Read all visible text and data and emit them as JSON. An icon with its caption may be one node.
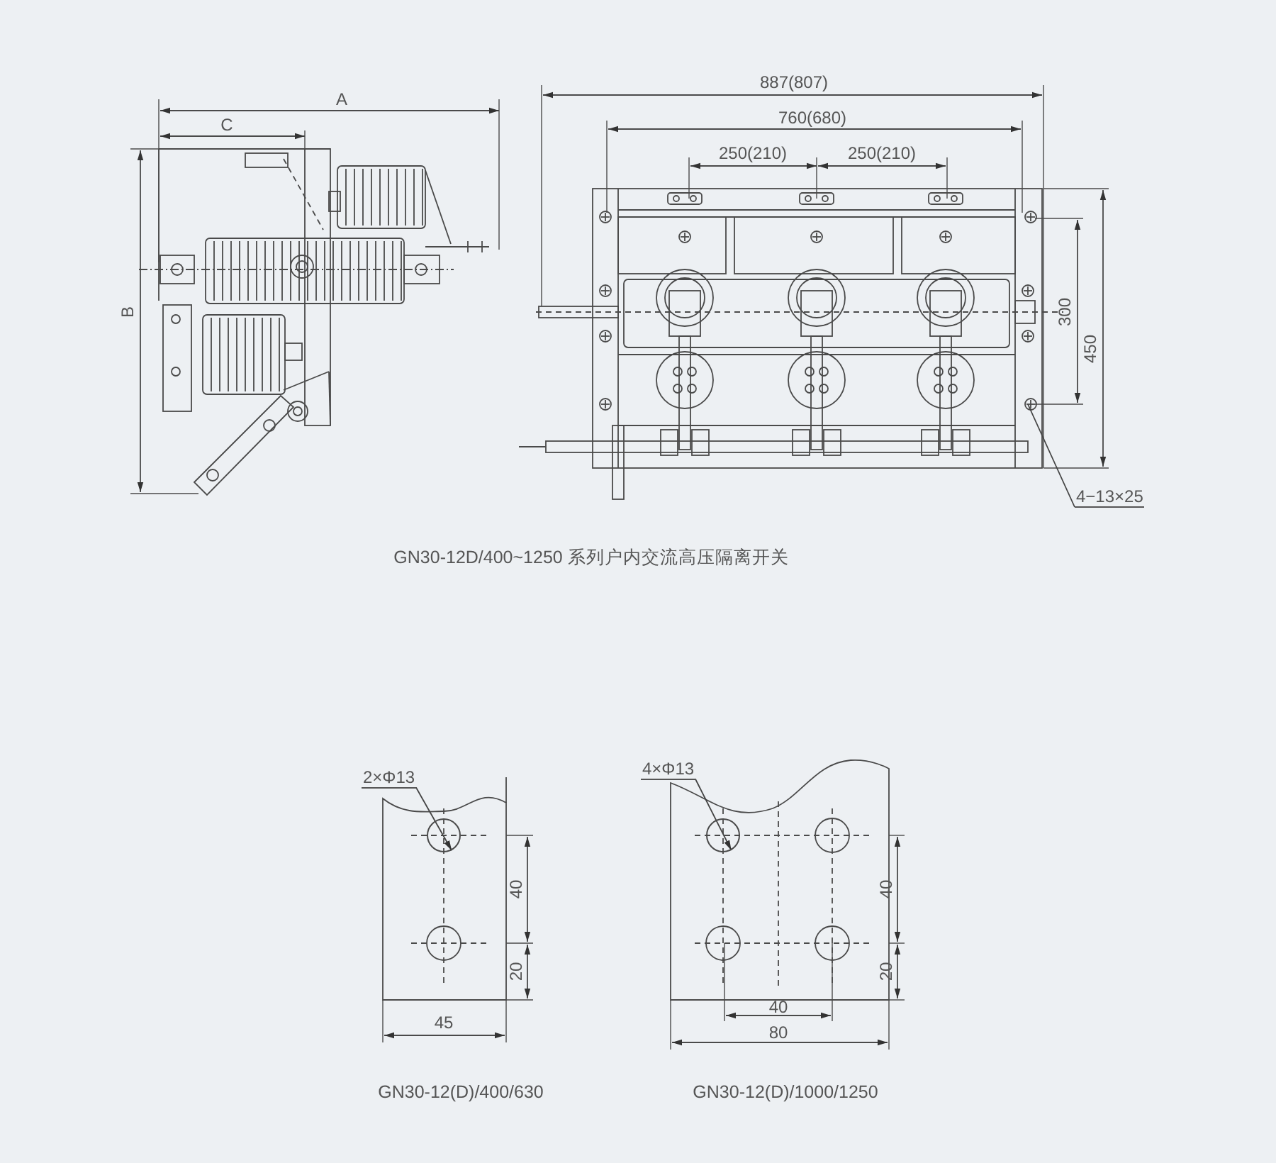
{
  "diagram": {
    "nodes": [
      {
        "text": [
          "4−13×25"
        ]
      },
      {
        "text": [
          "2×Φ13"
        ]
      },
      {
        "text": [
          "4×Φ13"
        ]
      },
      {
        "text": [],
        "shape": "circle"
      },
      {
        "text": [],
        "shape": "circle"
      }
    ],
    "edges": [
      {
        "from": 0,
        "to": null,
        "arrow": "none"
      },
      {
        "from": 1,
        "to": 3,
        "arrow": "to"
      },
      {
        "from": 2,
        "to": 4,
        "arrow": "to"
      }
    ],
    "labels": [
      "A",
      "C",
      "B",
      "887(807)",
      "760(680)",
      "250(210)",
      "250(210)",
      "300",
      "450",
      "GN30-12D/400~1250 系列户内交流高压隔离开关",
      "40",
      "20",
      "45",
      "40",
      "20",
      "40",
      "80",
      "GN30-12(D)/400/630",
      "GN30-12(D)/1000/1250"
    ]
  }
}
